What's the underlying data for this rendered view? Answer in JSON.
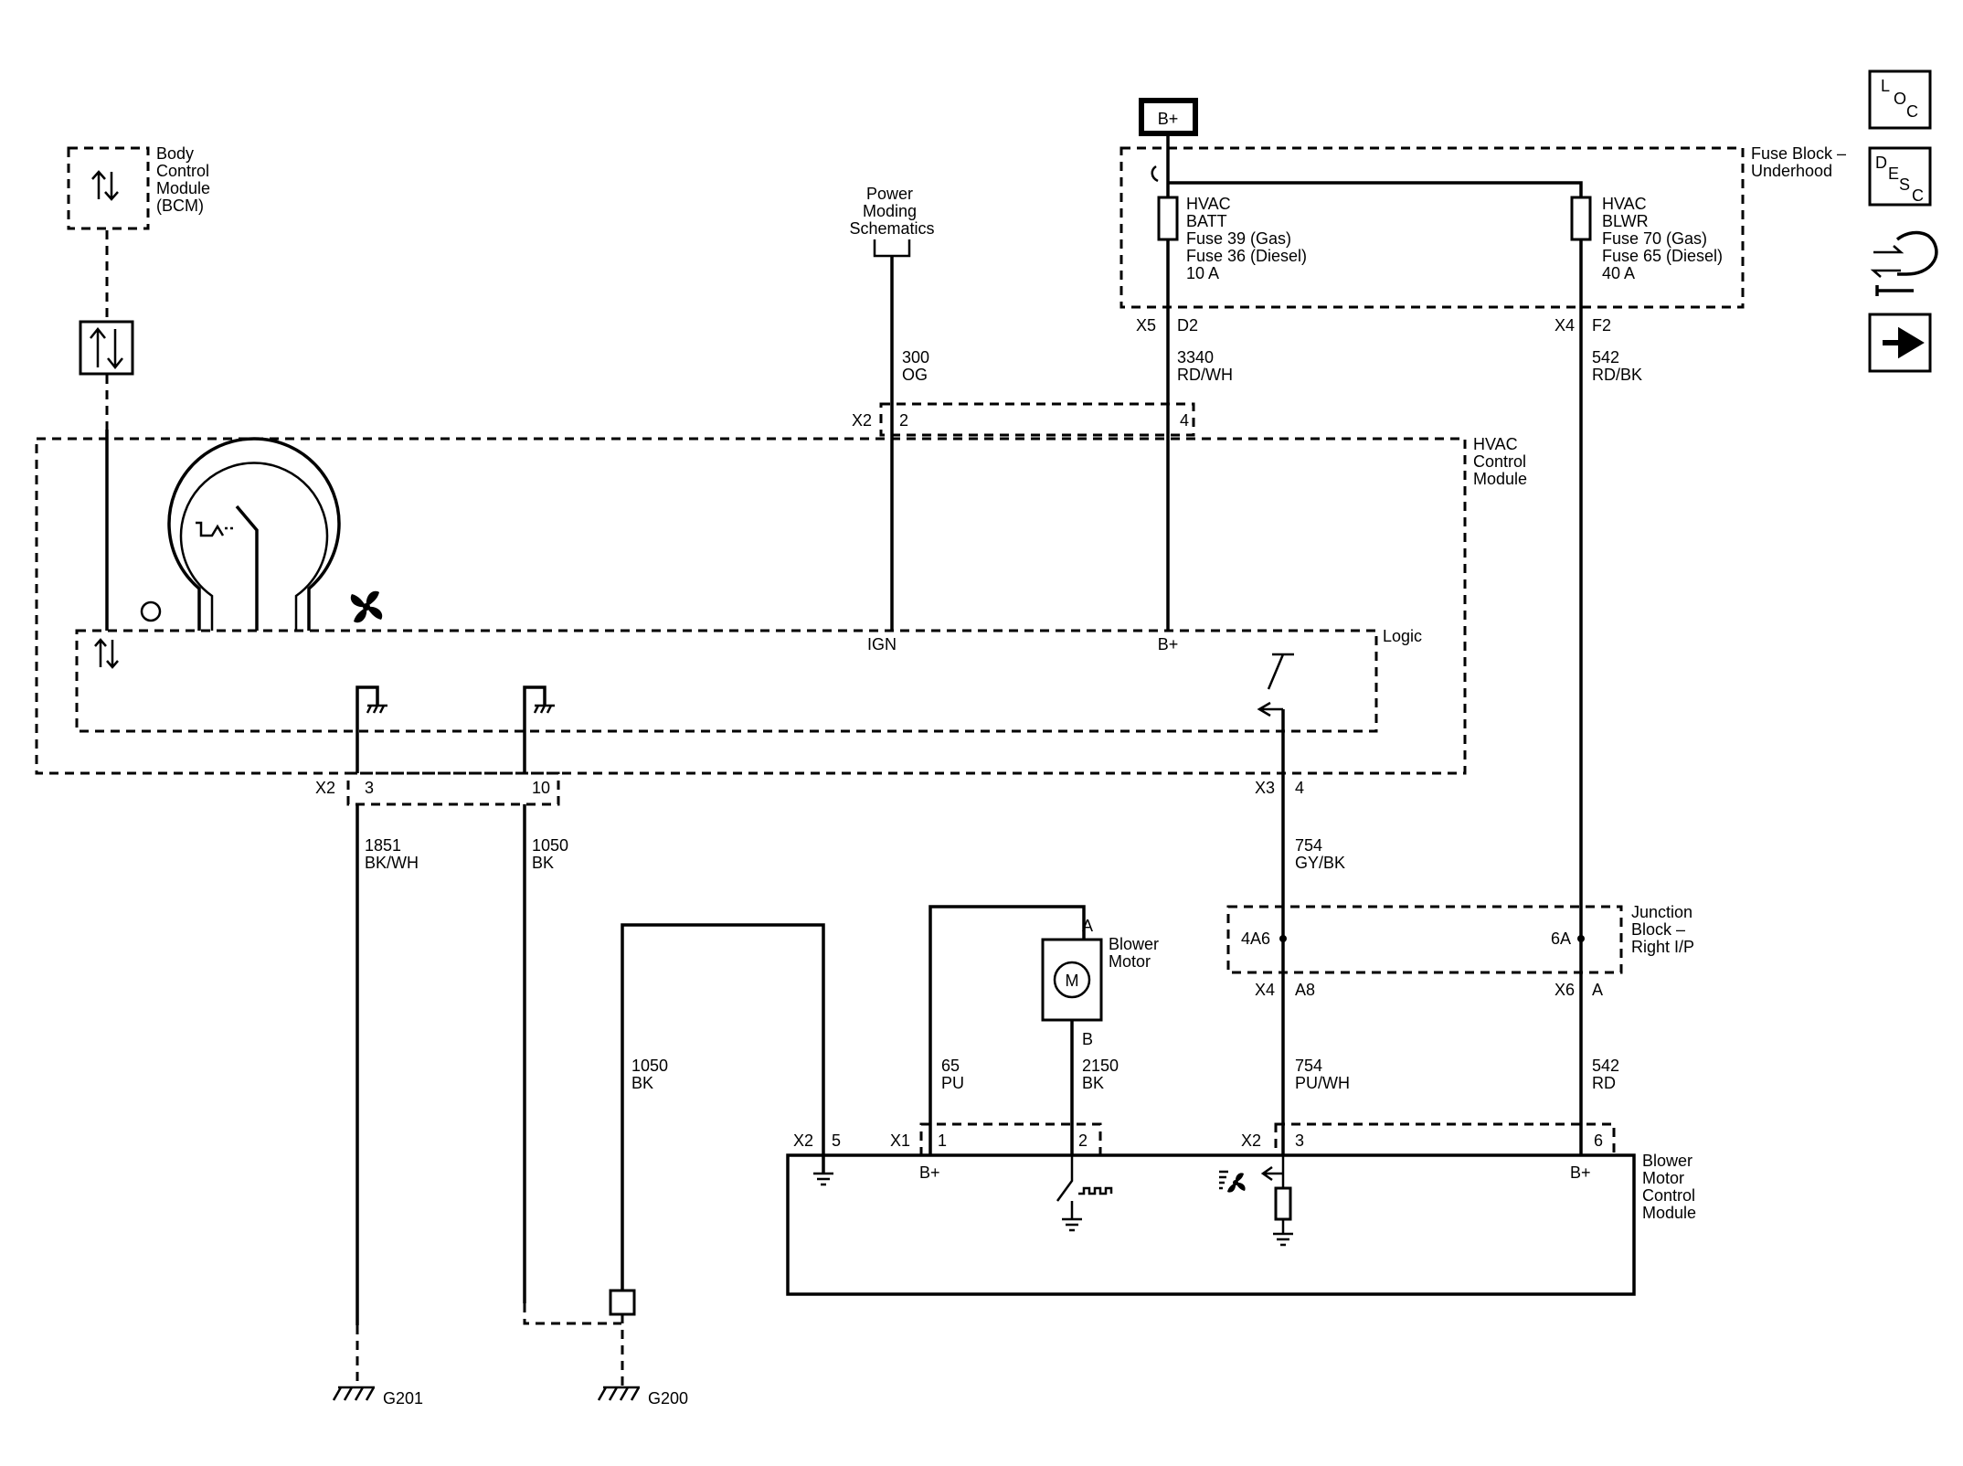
{
  "modules": {
    "bcm": [
      "Body",
      "Control",
      "Module",
      "(BCM)"
    ],
    "power_moding": [
      "Power",
      "Moding",
      "Schematics"
    ],
    "fuse_block": [
      "Fuse Block –",
      "Underhood"
    ],
    "hvac_module": [
      "HVAC",
      "Control",
      "Module"
    ],
    "logic": "Logic",
    "junction_block": [
      "Junction",
      "Block –",
      "Right I/P"
    ],
    "blower_motor": [
      "Blower",
      "Motor"
    ],
    "blower_control": [
      "Blower",
      "Motor",
      "Control",
      "Module"
    ]
  },
  "bplus_box": "B+",
  "fuses": {
    "batt": [
      "HVAC",
      "BATT",
      "Fuse 39 (Gas)",
      "Fuse 36 (Diesel)",
      "10 A"
    ],
    "blwr": [
      "HVAC",
      "BLWR",
      "Fuse 70 (Gas)",
      "Fuse 65 (Diesel)",
      "40 A"
    ]
  },
  "wires": {
    "w300": [
      "300",
      "OG"
    ],
    "w3340": [
      "3340",
      "RD/WH"
    ],
    "w542a": [
      "542",
      "RD/BK"
    ],
    "w1851": [
      "1851",
      "BK/WH"
    ],
    "w1050a": [
      "1050",
      "BK"
    ],
    "w754a": [
      "754",
      "GY/BK"
    ],
    "w1050b": [
      "1050",
      "BK"
    ],
    "w65": [
      "65",
      "PU"
    ],
    "w2150": [
      "2150",
      "BK"
    ],
    "w754b": [
      "754",
      "PU/WH"
    ],
    "w542b": [
      "542",
      "RD"
    ]
  },
  "connectors": {
    "x5": "X5",
    "d2": "D2",
    "x4_top": "X4",
    "f2": "F2",
    "x2_top": "X2",
    "pin2_top": "2",
    "pin4_top": "4",
    "x2_mid": "X2",
    "pin3_mid": "3",
    "pin10_mid": "10",
    "x3": "X3",
    "pin4_x3": "4",
    "jb_4a6": "4A6",
    "jb_6a": "6A",
    "x4_jb": "X4",
    "a8": "A8",
    "x6": "X6",
    "a_pin": "A",
    "x2_b5": "X2",
    "pin5": "5",
    "x1": "X1",
    "pin1": "1",
    "pin2_b": "2",
    "x2_b3": "X2",
    "pin3_b": "3",
    "pin6": "6",
    "motor_a": "A",
    "motor_b": "B",
    "motor_m": "M"
  },
  "internal": {
    "ign": "IGN",
    "bplus_logic": "B+",
    "bplus_1": "B+",
    "bplus_6": "B+"
  },
  "grounds": {
    "g201": "G201",
    "g200": "G200"
  },
  "side_icons": {
    "loc": [
      "L",
      "O",
      "C"
    ],
    "desc": [
      "D",
      "E",
      "S",
      "C"
    ],
    "troubleshoot": "wrench-hand-icon",
    "next": "arrow-right-icon"
  }
}
